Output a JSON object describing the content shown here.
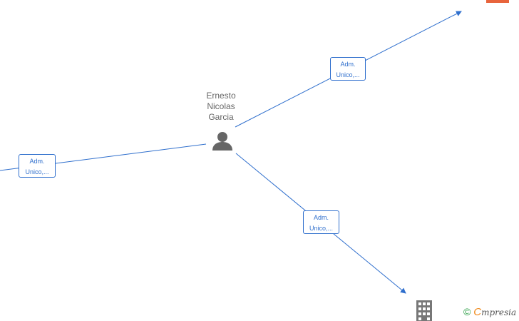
{
  "person": {
    "name_lines": [
      "Ernesto",
      "Nicolas",
      "Garcia"
    ]
  },
  "relations": [
    {
      "id": "top-right",
      "label_line1": "Adm.",
      "label_line2": "Unico,..."
    },
    {
      "id": "left",
      "label_line1": "Adm.",
      "label_line2": "Unico,..."
    },
    {
      "id": "bottom-right",
      "label_line1": "Adm.",
      "label_line2": "Unico,..."
    }
  ],
  "footer": {
    "copyright_symbol": "©",
    "brand_initial": "C",
    "brand_rest": "mpresia"
  },
  "colors": {
    "edge": "#2f6fcd",
    "person_icon": "#666666",
    "company_icon": "#777777",
    "company_icon_highlight": "#e8643c"
  }
}
